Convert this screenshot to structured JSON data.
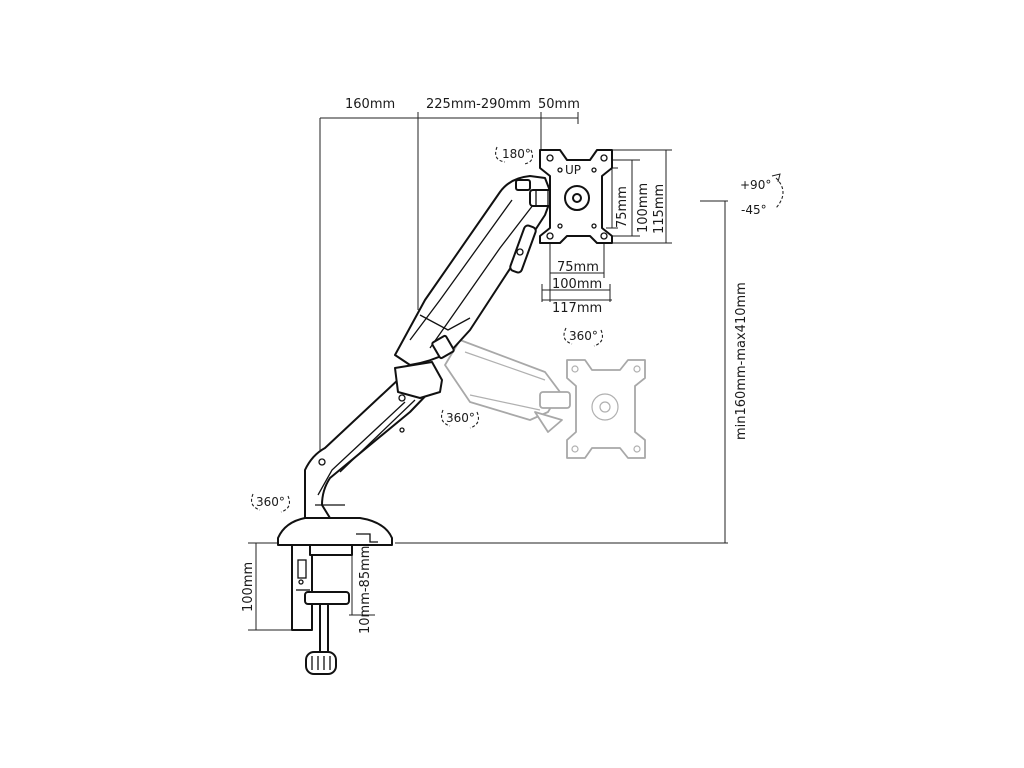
{
  "dimensions": {
    "arm_reach_1": "160mm",
    "arm_reach_2": "225mm-290mm",
    "vesa_offset": "50mm",
    "vesa_v_75": "75mm",
    "vesa_v_100": "100mm",
    "vesa_v_115": "115mm",
    "vesa_h_75": "75mm",
    "vesa_h_100": "100mm",
    "vesa_h_117": "117mm",
    "height_range": "min160mm-max410mm",
    "clamp_height": "100mm",
    "desk_thickness": "10mm-85mm"
  },
  "rotations": {
    "vesa_swivel": "180°",
    "tilt_up": "+90°",
    "tilt_down": "-45°",
    "plate_rotation": "360°",
    "elbow_rotation": "360°",
    "base_rotation": "360°"
  }
}
